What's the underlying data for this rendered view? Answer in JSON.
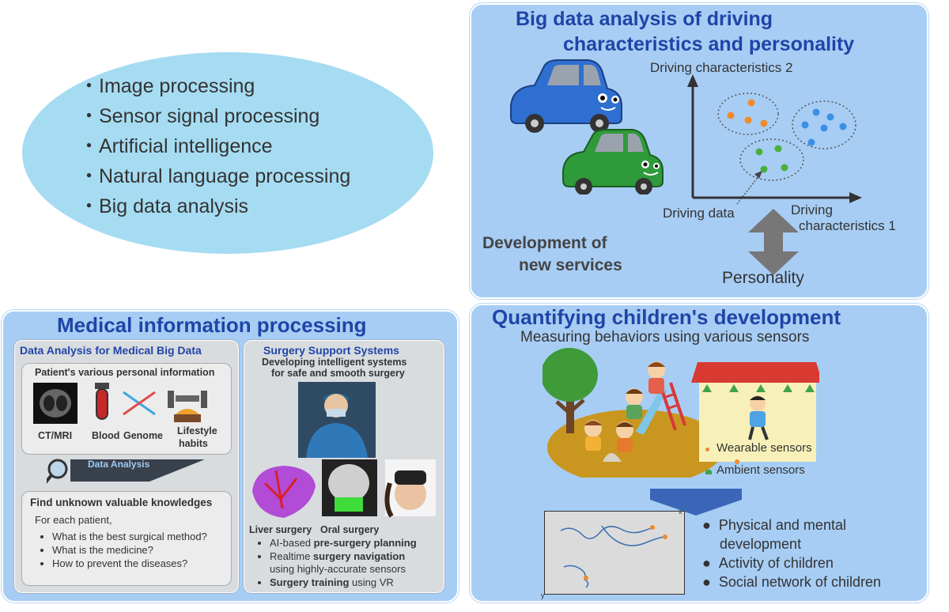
{
  "ellipse": {
    "items": [
      "・Image processing",
      "・Sensor signal processing",
      "・Artificial intelligence",
      "・Natural language processing",
      "・Big data analysis"
    ]
  },
  "big_data": {
    "title_line1": "Big data analysis of driving",
    "title_line2": "characteristics and personality",
    "axis_y_label": "Driving  characteristics 2",
    "axis_x_label_line1": "Driving",
    "axis_x_label_line2": "characteristics 1",
    "driving_data_label": "Driving data",
    "services_line1": "Development of",
    "services_line2": "new services",
    "personality_label": "Personality",
    "colors": {
      "orange": "#f08a2c",
      "blue": "#3b8fe8",
      "green": "#4caf3c"
    }
  },
  "kids": {
    "title": "Quantifying children's development",
    "subtitle": "Measuring behaviors using various sensors",
    "wearable_label": "Wearable sensors",
    "ambient_label": "Ambient sensors",
    "axis_x": "x",
    "axis_y": "y",
    "outcomes": [
      "Physical and mental",
      "development",
      "Activity of children",
      "Social network of children"
    ]
  },
  "medical": {
    "title": "Medical information processing",
    "left_title": "Data Analysis for Medical Big Data",
    "personal_info_title": "Patient's various personal information",
    "icon_labels": [
      "CT/MRI",
      "Blood",
      "Genome",
      "Lifestyle",
      "habits"
    ],
    "data_analysis_label": "Data Analysis",
    "find_title": "Find unknown valuable knowledges",
    "for_each": "For each patient,",
    "questions": [
      "What is the best surgical method?",
      "What is the medicine?",
      "How to prevent the diseases?"
    ],
    "right_title": "Surgery Support Systems",
    "right_sub_line1": "Developing intelligent systems",
    "right_sub_line2": "for safe and smooth surgery",
    "liver_label": "Liver surgery",
    "oral_label": "Oral surgery",
    "features": [
      {
        "pre": "AI-based ",
        "bold": "pre-surgery planning",
        "post": ""
      },
      {
        "pre": "Realtime ",
        "bold": "surgery navigation",
        "post": ""
      },
      {
        "pre": "using  highly-accurate sensors",
        "bold": "",
        "post": ""
      },
      {
        "pre": "",
        "bold": "Surgery training",
        "post": " using VR"
      }
    ]
  }
}
